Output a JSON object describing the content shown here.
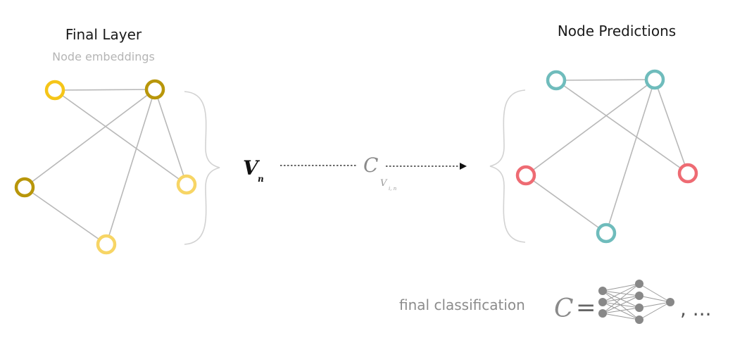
{
  "left_graph": {
    "title": "Final Layer",
    "subtitle": "Node embeddings",
    "nodes": [
      {
        "id": "a",
        "color": "#f5c518"
      },
      {
        "id": "b",
        "color": "#b8960a"
      },
      {
        "id": "c",
        "color": "#b8960a"
      },
      {
        "id": "d",
        "color": "#f7d565"
      },
      {
        "id": "e",
        "color": "#f7d565"
      }
    ],
    "edges": [
      [
        "a",
        "b"
      ],
      [
        "a",
        "d"
      ],
      [
        "b",
        "c"
      ],
      [
        "b",
        "d"
      ],
      [
        "b",
        "e"
      ],
      [
        "c",
        "e"
      ]
    ]
  },
  "middle": {
    "vector_symbol": "V",
    "vector_subscript": "n",
    "classifier_symbol": "C",
    "classifier_subscript_base": "V",
    "classifier_subscript_index": "i, n"
  },
  "right_graph": {
    "title": "Node Predictions",
    "nodes": [
      {
        "id": "a",
        "color": "#6fbcbc"
      },
      {
        "id": "b",
        "color": "#6fbcbc"
      },
      {
        "id": "c",
        "color": "#ee6b73"
      },
      {
        "id": "d",
        "color": "#ee6b73"
      },
      {
        "id": "e",
        "color": "#6fbcbc"
      }
    ],
    "edges": [
      [
        "a",
        "b"
      ],
      [
        "a",
        "d"
      ],
      [
        "b",
        "c"
      ],
      [
        "b",
        "d"
      ],
      [
        "b",
        "e"
      ],
      [
        "c",
        "e"
      ]
    ]
  },
  "footer": {
    "caption": "final classification",
    "symbol": "C",
    "equals": "=",
    "ellipsis": ", ..."
  }
}
